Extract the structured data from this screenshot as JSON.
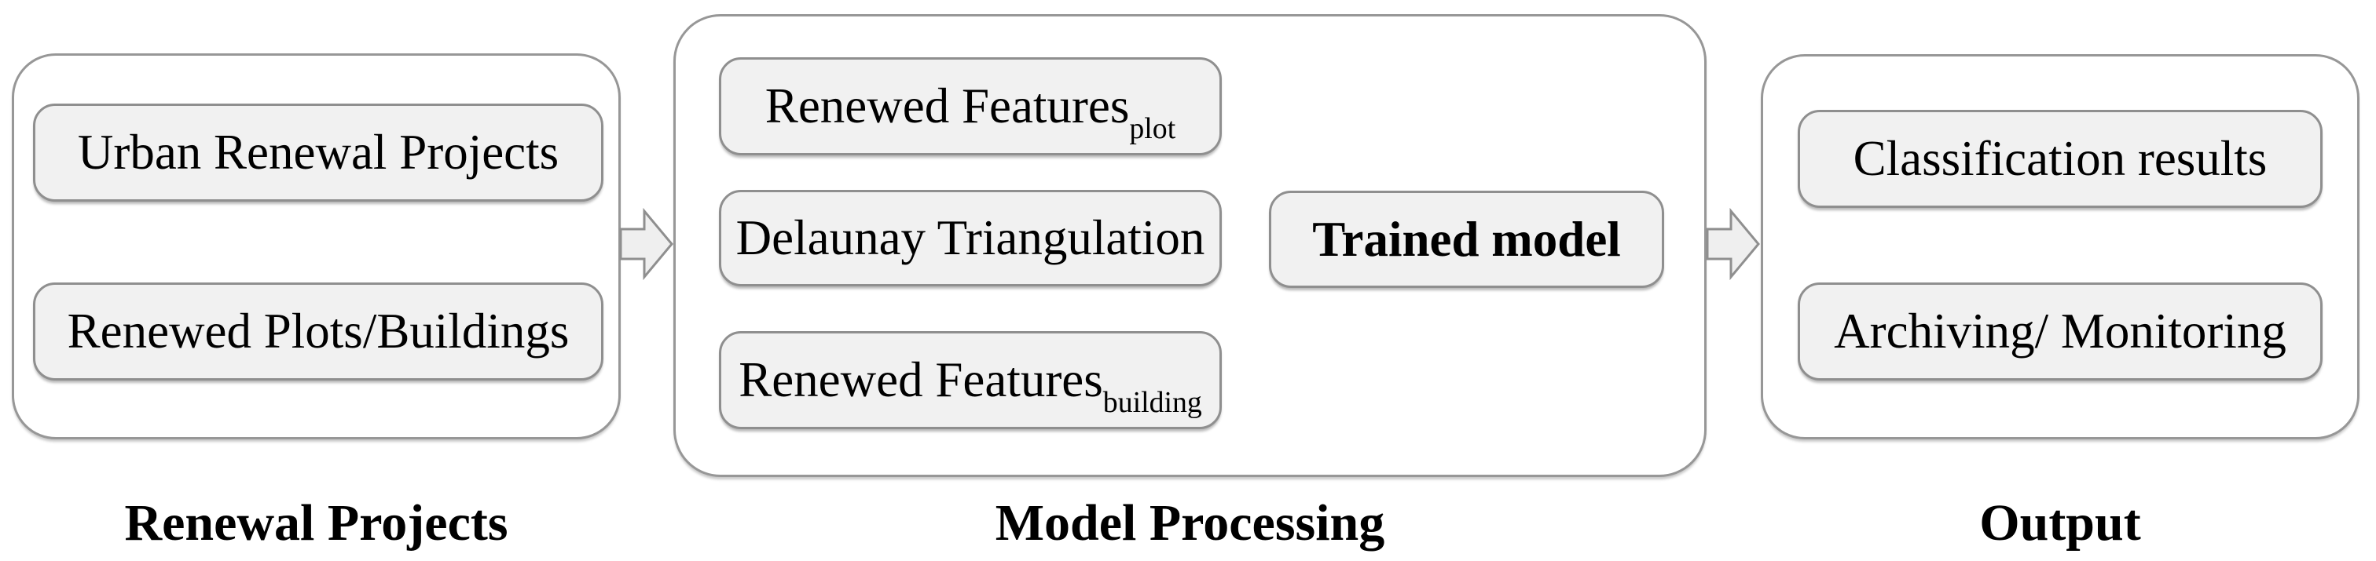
{
  "groups": {
    "left": {
      "label": "Renewal Projects",
      "nodes": [
        {
          "text": "Urban Renewal Projects"
        },
        {
          "text": "Renewed Plots/Buildings"
        }
      ]
    },
    "middle": {
      "label": "Model Processing",
      "nodes": [
        {
          "text": "Renewed Features",
          "subscript": "plot"
        },
        {
          "text": "Delaunay Triangulation"
        },
        {
          "text": "Renewed Features",
          "subscript": "building"
        },
        {
          "text": "Trained model",
          "emphasis": "bold"
        }
      ]
    },
    "right": {
      "label": "Output",
      "nodes": [
        {
          "text": "Classification results"
        },
        {
          "text": "Archiving/ Monitoring"
        }
      ]
    }
  },
  "arrows": [
    {
      "icon": "block-arrow-right",
      "from": "Renewal Projects",
      "to": "Model Processing"
    },
    {
      "icon": "block-arrow-right",
      "from": "Model Processing",
      "to": "Output"
    }
  ],
  "colors": {
    "node-fill": "#f1f1f1",
    "node-border": "#8f8f8f",
    "container-fill": "#ffffff",
    "container-border": "#979797",
    "arrow-fill": "#efefef",
    "arrow-border": "#8f8f8f",
    "text-color": "#000000",
    "bg": "#ffffff"
  }
}
